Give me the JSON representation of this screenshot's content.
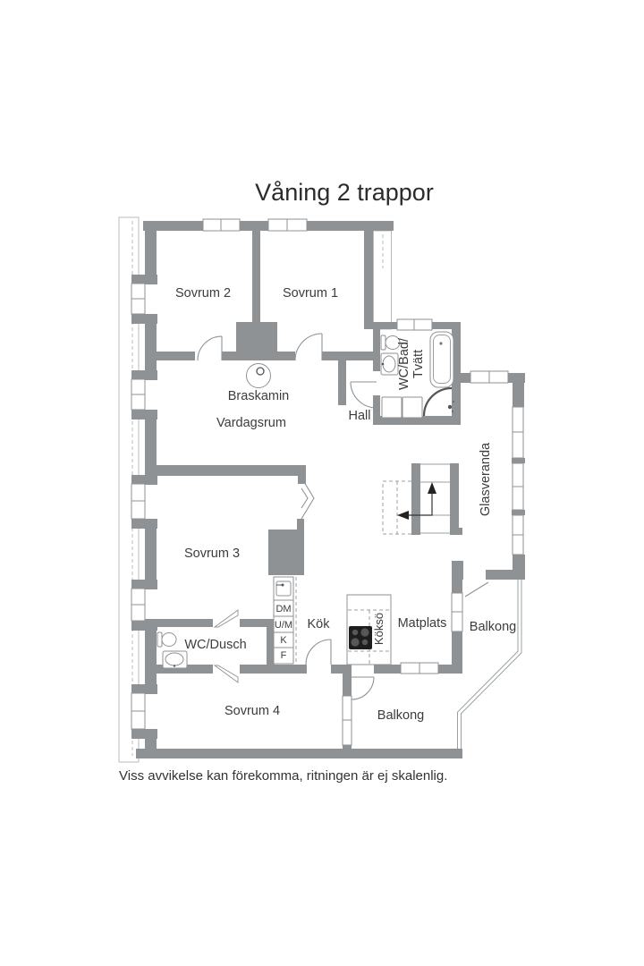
{
  "title": "Våning 2 trappor",
  "footer": "Viss avvikelse kan förekomma, ritningen är ej skalenlig.",
  "rooms": {
    "sovrum1": "Sovrum 1",
    "sovrum2": "Sovrum 2",
    "sovrum3": "Sovrum 3",
    "sovrum4": "Sovrum 4",
    "vardagsrum": "Vardagsrum",
    "braskamin": "Braskamin",
    "hall": "Hall",
    "wc_bad_line1": "WC/Bad/",
    "wc_bad_line2": "Tvätt",
    "wc_dusch": "WC/Dusch",
    "kok": "Kök",
    "kokso": "Köksö",
    "matplats": "Matplats",
    "glasveranda": "Glasveranda",
    "balkong_upper": "Balkong",
    "balkong_lower": "Balkong"
  },
  "appliances": {
    "dm": "DM",
    "um": "U/M",
    "k": "K",
    "f": "F"
  },
  "colors": {
    "wall": "#8f9294",
    "line": "#9aa0a2",
    "text": "#3c3c3c",
    "title_text": "#2b2b2b",
    "cooktop": "#1e1e1e",
    "background": "#ffffff"
  }
}
